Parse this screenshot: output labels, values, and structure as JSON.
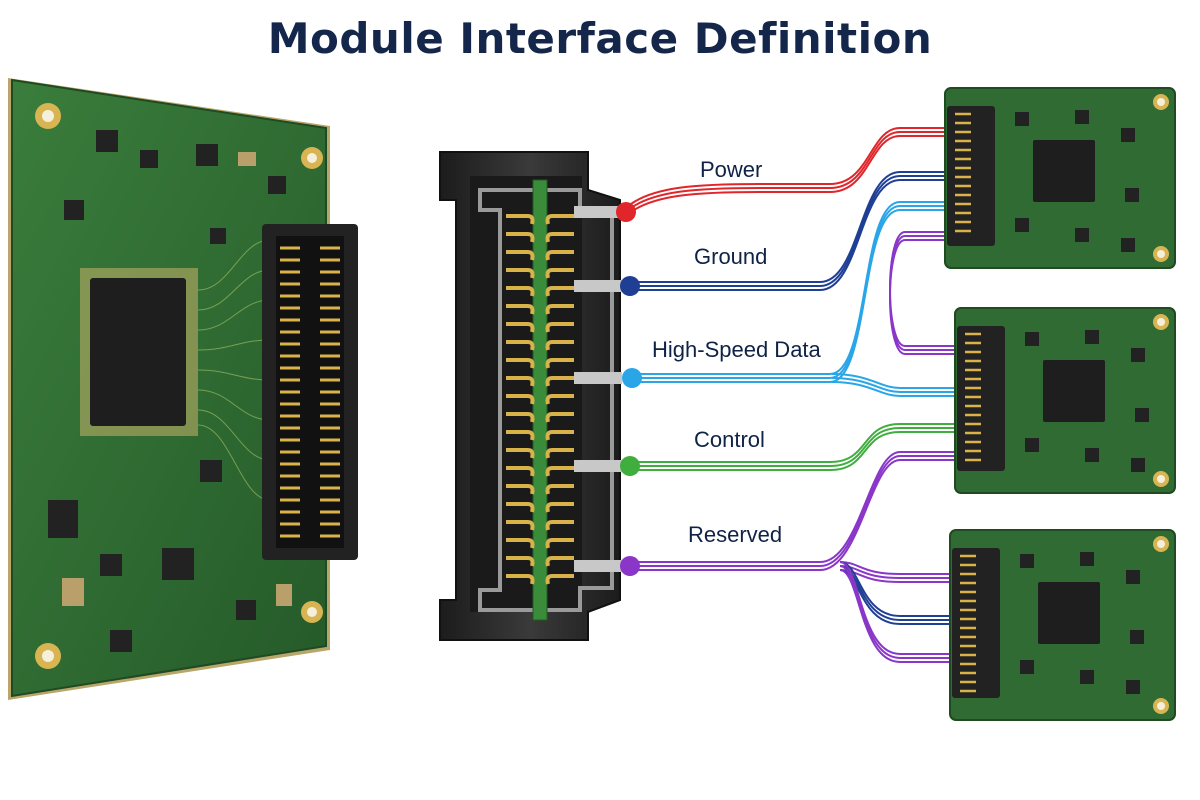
{
  "title": "Module Interface Definition",
  "signals": [
    {
      "id": "power",
      "label": "Power",
      "color": "#e0262b"
    },
    {
      "id": "ground",
      "label": "Ground",
      "color": "#1f3f95"
    },
    {
      "id": "hsdata",
      "label": "High-Speed Data",
      "color": "#2aa6e8"
    },
    {
      "id": "control",
      "label": "Control",
      "color": "#3fae3f"
    },
    {
      "id": "reserved",
      "label": "Reserved",
      "color": "#8a36c9"
    }
  ],
  "colors": {
    "pcb_green": "#2f6b33",
    "pcb_dark": "#234f27",
    "connector_black": "#2a2a2a",
    "gold": "#d9b24a",
    "title_navy": "#14264a"
  },
  "icons": [
    "main-pcb",
    "board-connector",
    "connector-cross-section",
    "target-module"
  ]
}
